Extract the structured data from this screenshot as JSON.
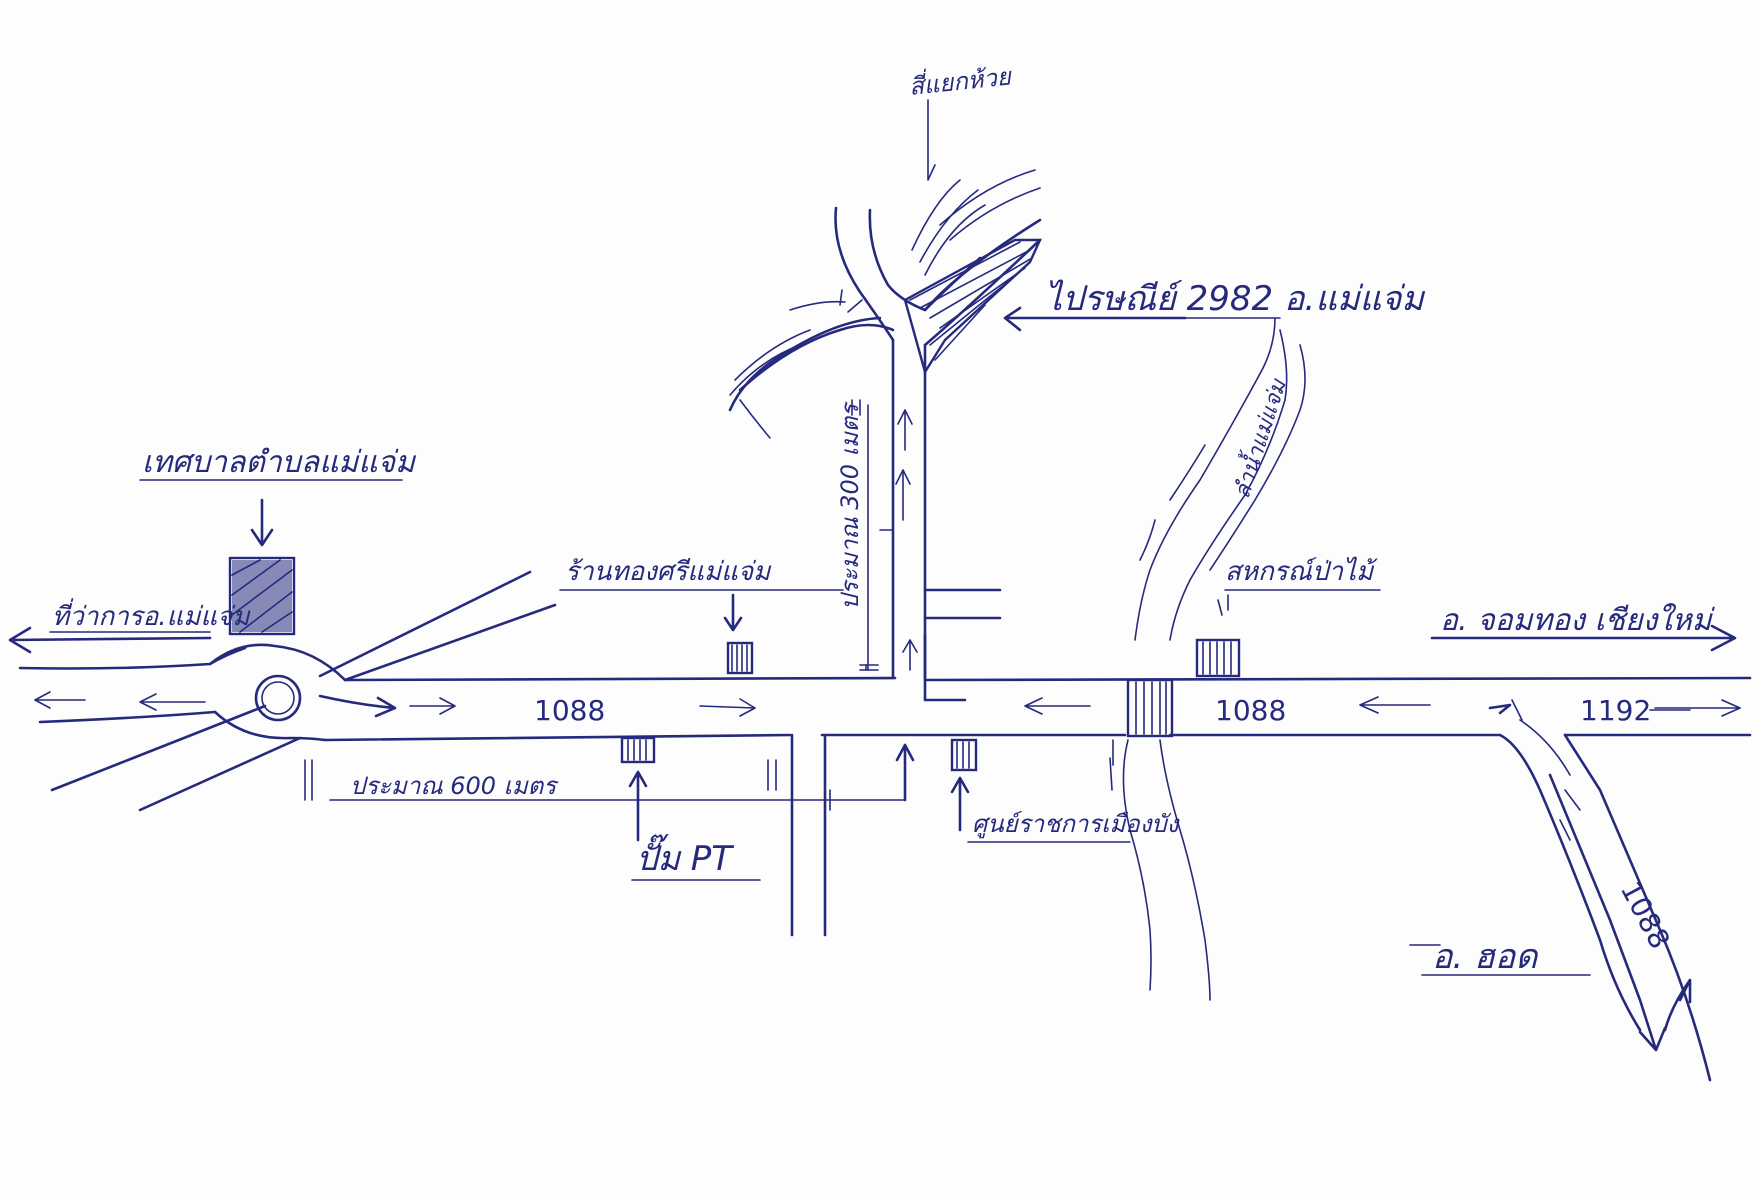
{
  "map": {
    "ink_color": "#262a7d",
    "paper_color": "#fdfdfd",
    "labels": {
      "municipality_office": "เทศบาลตำบลแม่แจ่ม",
      "district_office_left": "ที่ว่าการอ.แม่แจ่ม",
      "shop": "ร้านทองศรีแม่แจ่ม",
      "distance_300": "ประมาณ 300 เมตร",
      "distance_600": "ประมาณ 600 เมตร",
      "junction_north": "สี่แยกห้วย",
      "office_2982": "ไปรษณีย์ 2982 อ.แม่แจ่ม",
      "river": "ลำน้ำแม่แจ่ม",
      "coop": "สหกรณ์ป่าไม้",
      "to_chomthong_chiangmai": "อ. จอมทอง เชียงใหม่",
      "pt_station": "ปั๊ม PT",
      "school": "ศูนย์ราชการเมืองบัง",
      "to_hod": "อ. ฮอด",
      "road_1088_a": "1088",
      "road_1088_b": "1088",
      "road_1192": "1192",
      "road_1088_c": "1088"
    }
  }
}
